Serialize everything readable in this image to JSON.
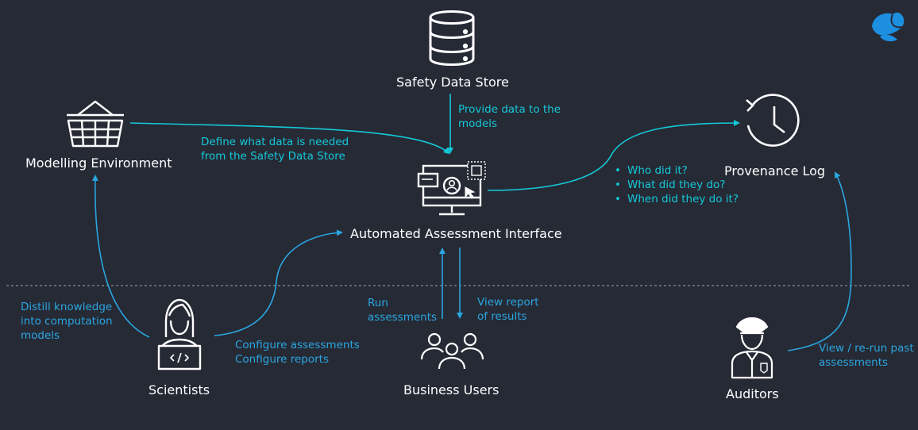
{
  "nodes": {
    "safety_store": "Safety Data Store",
    "modelling_env": "Modelling Environment",
    "assessment_interface": "Automated Assessment Interface",
    "provenance_log": "Provenance Log",
    "scientists": "Scientists",
    "business_users": "Business Users",
    "auditors": "Auditors"
  },
  "annotations": {
    "provide_data": [
      "Provide data to the",
      "models"
    ],
    "define_data": [
      "Define what data is needed",
      "from the Safety Data Store"
    ],
    "provenance_questions": [
      "Who did it?",
      "What did they do?",
      "When did they do it?"
    ],
    "distill": [
      "Distill knowledge",
      "into computation",
      "models"
    ],
    "configure": [
      "Configure assessments",
      "Configure reports"
    ],
    "run": [
      "Run",
      "assessments"
    ],
    "view_report": [
      "View report",
      "of results"
    ],
    "rerun": [
      "View / re-run past",
      "assessments"
    ]
  },
  "colors": {
    "background": "#262a35",
    "cyan_accent": "#14c8d8",
    "blue_accent": "#2aa6e0",
    "icon_white": "#ffffff"
  },
  "icons": [
    "database-icon",
    "basket-icon",
    "monitor-icon",
    "clock-icon",
    "scientist-icon",
    "users-icon",
    "police-icon",
    "logo-icon"
  ]
}
